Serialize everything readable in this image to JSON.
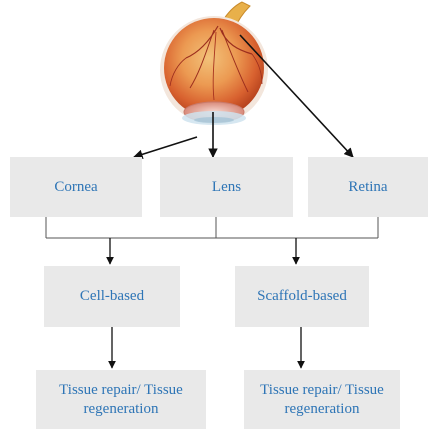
{
  "nodes": {
    "cornea": "Cornea",
    "lens": "Lens",
    "retina": "Retina",
    "cell_based": "Cell-based",
    "scaffold_based": "Scaffold-based",
    "repair_left": "Tissue repair/ Tissue regeneration",
    "repair_right": "Tissue repair/ Tissue regeneration"
  },
  "colors": {
    "box_fill": "#e9e9e9",
    "text": "#2e75b6",
    "line": "#111111"
  },
  "image": {
    "icon": "eyeball-illustration"
  }
}
